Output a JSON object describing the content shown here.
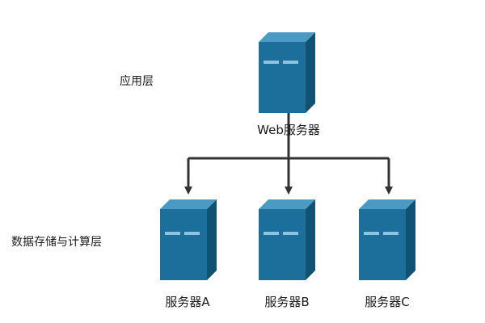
{
  "layers": {
    "application": "应用层",
    "storage_compute": "数据存储与计算层"
  },
  "servers": {
    "web": "Web服务器",
    "a": "服务器A",
    "b": "服务器B",
    "c": "服务器C"
  },
  "colors": {
    "server_front": "#1b6f9a",
    "server_top": "#4a9ac4",
    "server_side": "#115273",
    "server_slot": "#8fc3df",
    "connector": "#333333"
  }
}
